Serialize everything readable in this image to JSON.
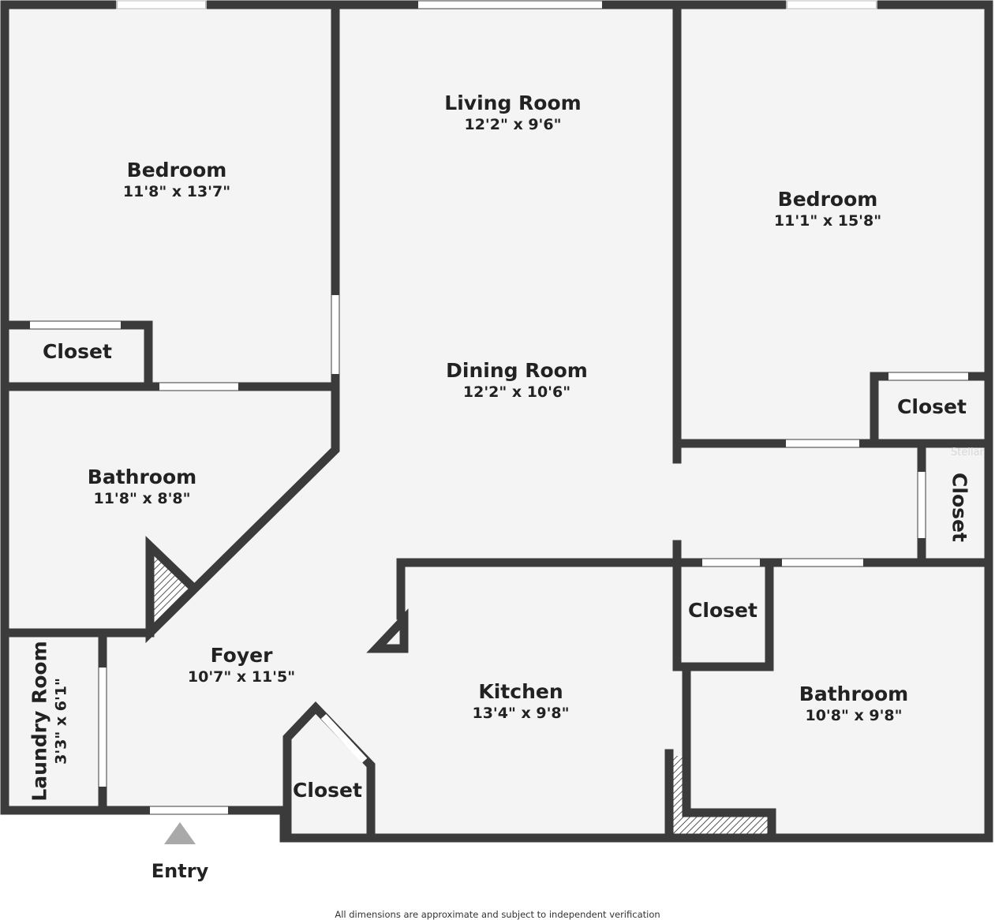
{
  "rooms": [
    {
      "name": "Bedroom",
      "dims": "11'8\" x 13'7\""
    },
    {
      "name": "Living Room",
      "dims": "12'2\" x 9'6\""
    },
    {
      "name": "Bedroom",
      "dims": "11'1\" x 15'8\""
    },
    {
      "name": "Dining Room",
      "dims": "12'2\" x 10'6\""
    },
    {
      "name": "Bathroom",
      "dims": "11'8\" x 8'8\""
    },
    {
      "name": "Foyer",
      "dims": "10'7\" x 11'5\""
    },
    {
      "name": "Kitchen",
      "dims": "13'4\" x 9'8\""
    },
    {
      "name": "Bathroom",
      "dims": "10'8\" x 9'8\""
    },
    {
      "name": "Laundry Room",
      "dims": "3'3\" x 6'1\""
    }
  ],
  "closets": [
    "Closet",
    "Closet",
    "Closet",
    "Closet",
    "Closet"
  ],
  "entry": "Entry",
  "watermark": "Stellar",
  "footer": "All dimensions are approximate and subject to independent verification"
}
